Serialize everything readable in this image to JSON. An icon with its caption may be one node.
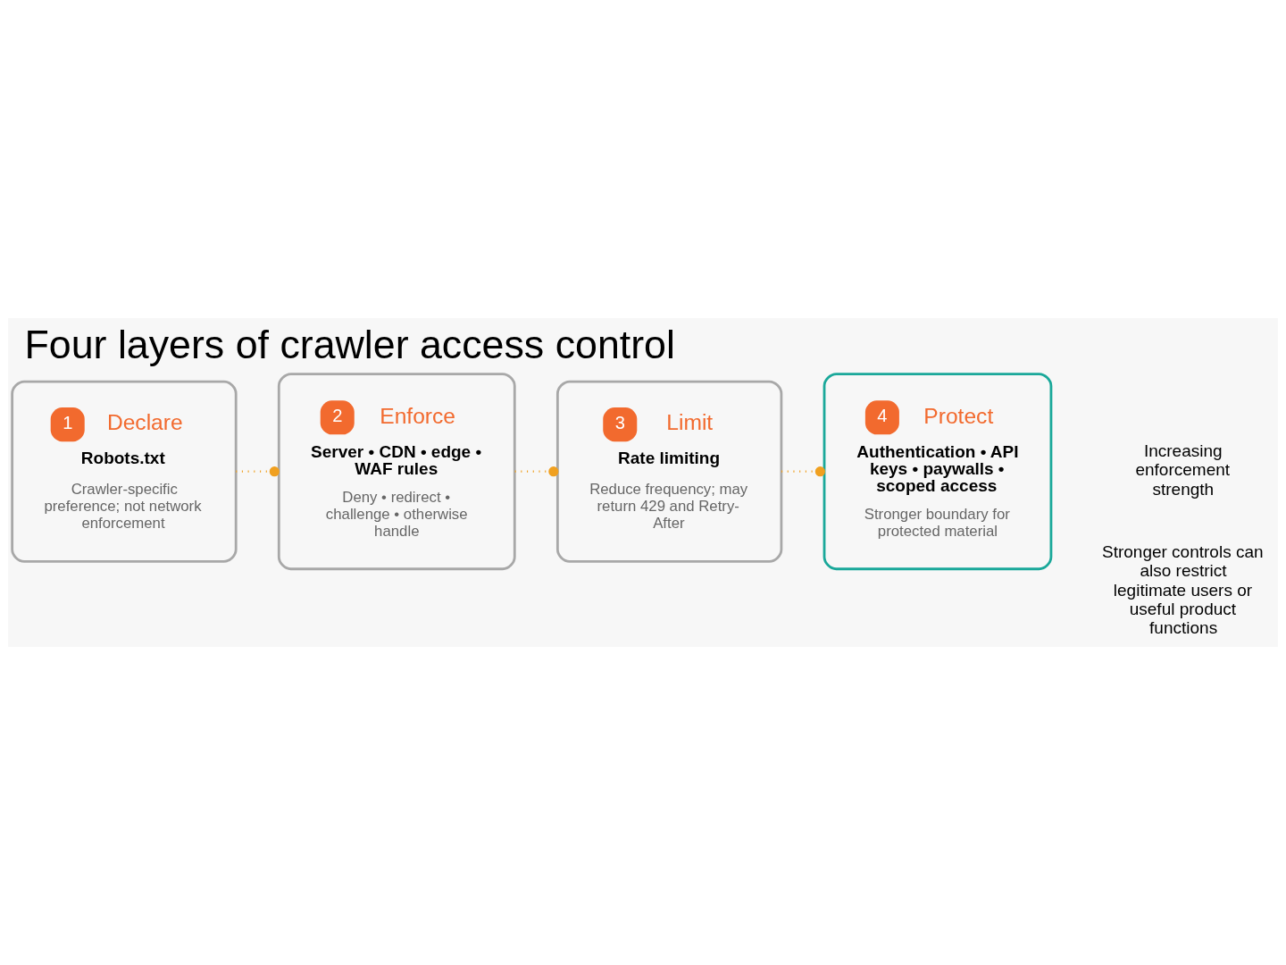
{
  "diagram": {
    "title": "Four layers of crawler access control",
    "nodes": [
      {
        "text": [
          "1",
          "Declare",
          "Robots.txt",
          "Crawler-specific preference; not network enforcement"
        ]
      },
      {
        "text": [
          "2",
          "Enforce",
          "Server • CDN • edge • WAF rules",
          "Deny • redirect • challenge • otherwise handle"
        ]
      },
      {
        "text": [
          "3",
          "Limit",
          "Rate limiting",
          "Reduce frequency; may return 429 and Retry-After"
        ]
      },
      {
        "text": [
          "4",
          "Protect",
          "Authentication • API keys • paywalls • scoped access",
          "Stronger boundary for protected material"
        ]
      }
    ],
    "edges": [
      {
        "from": 0,
        "to": 1,
        "arrow": "other",
        "style": "dashed"
      },
      {
        "from": 1,
        "to": 2,
        "arrow": "other",
        "style": "dashed"
      },
      {
        "from": 2,
        "to": 3,
        "arrow": "other",
        "style": "dashed"
      }
    ],
    "labels": [
      "Increasing enforcement strength",
      "Stronger controls can also restrict legitimate users or useful product functions"
    ]
  }
}
